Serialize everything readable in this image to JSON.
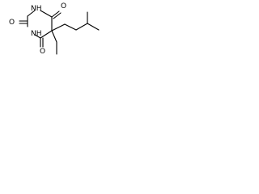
{
  "molecule": {
    "atoms": {
      "O_top": "O",
      "NH_top": "NH",
      "O_left": "O",
      "NH_bottom": "NH",
      "O_bottom": "O"
    },
    "substituents": [
      "ethyl",
      "isopentyl"
    ]
  },
  "colors": {
    "bond": "#000000",
    "label": "#000000",
    "background": "#ffffff"
  }
}
